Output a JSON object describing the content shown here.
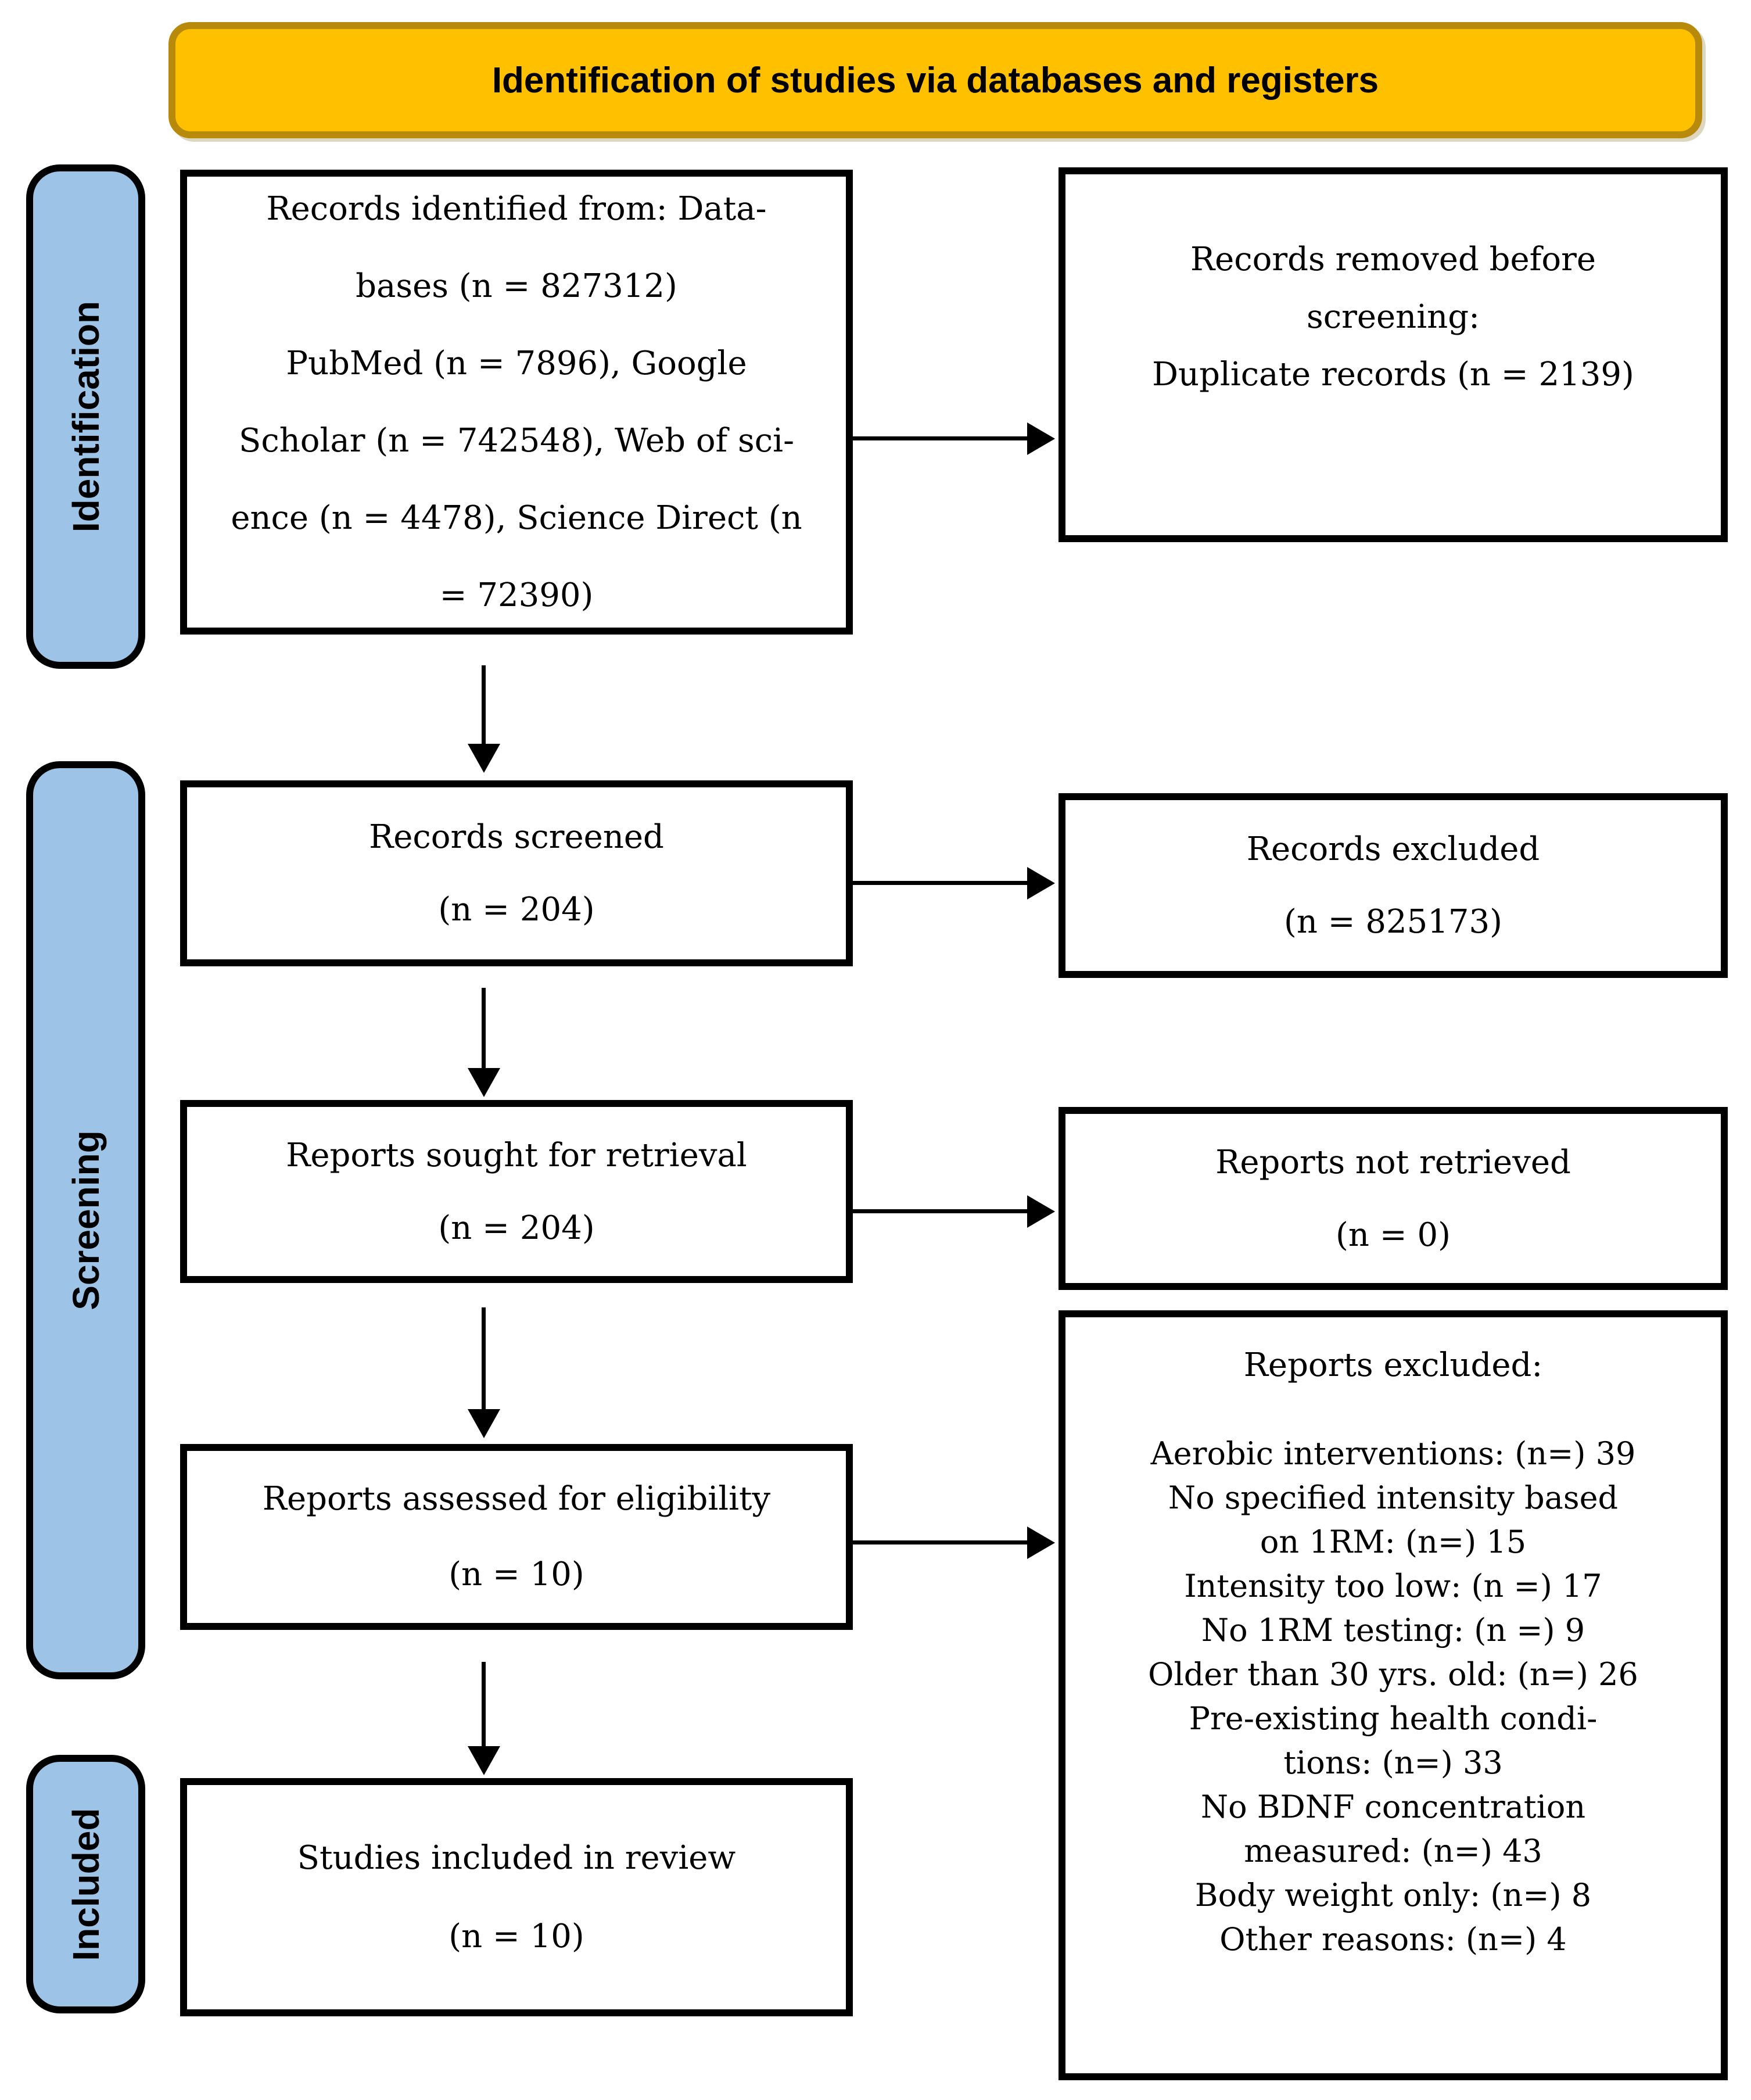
{
  "banner": {
    "title": "Identification of studies via databases and registers"
  },
  "stages": {
    "identification": "Identification",
    "screening": "Screening",
    "included": "Included"
  },
  "boxes": {
    "records_identified": "Records identified from: Data-\nbases (n = 827312)\nPubMed (n = 7896), Google\nScholar (n = 742548), Web of sci-\nence (n = 4478), Science Direct (n\n= 72390)",
    "records_removed": "Records removed before\nscreening:\nDuplicate records (n = 2139)",
    "records_screened": "Records screened\n(n = 204)",
    "records_excluded": "Records excluded\n(n = 825173)",
    "reports_sought": "Reports sought for retrieval\n(n = 204)",
    "reports_not_retrieved": "Reports not retrieved\n(n = 0)",
    "reports_assessed": "Reports assessed for eligibility\n(n = 10)",
    "reports_excluded": {
      "title": "Reports excluded:",
      "reasons": "Aerobic interventions: (n=) 39\nNo specified intensity based\non 1RM: (n=) 15\nIntensity too low: (n =) 17\nNo 1RM testing: (n =) 9\nOlder than 30 yrs. old: (n=) 26\nPre-existing health condi-\ntions: (n=) 33\nNo BDNF concentration\nmeasured: (n=) 43\nBody weight only: (n=) 8\nOther reasons: (n=) 4"
    },
    "studies_included": "Studies included in review\n(n = 10)"
  },
  "colors": {
    "banner-fill": "#FFC000",
    "banner-border": "#B88A0B",
    "stage-fill": "#9DC3E6",
    "line-color": "#000000"
  }
}
